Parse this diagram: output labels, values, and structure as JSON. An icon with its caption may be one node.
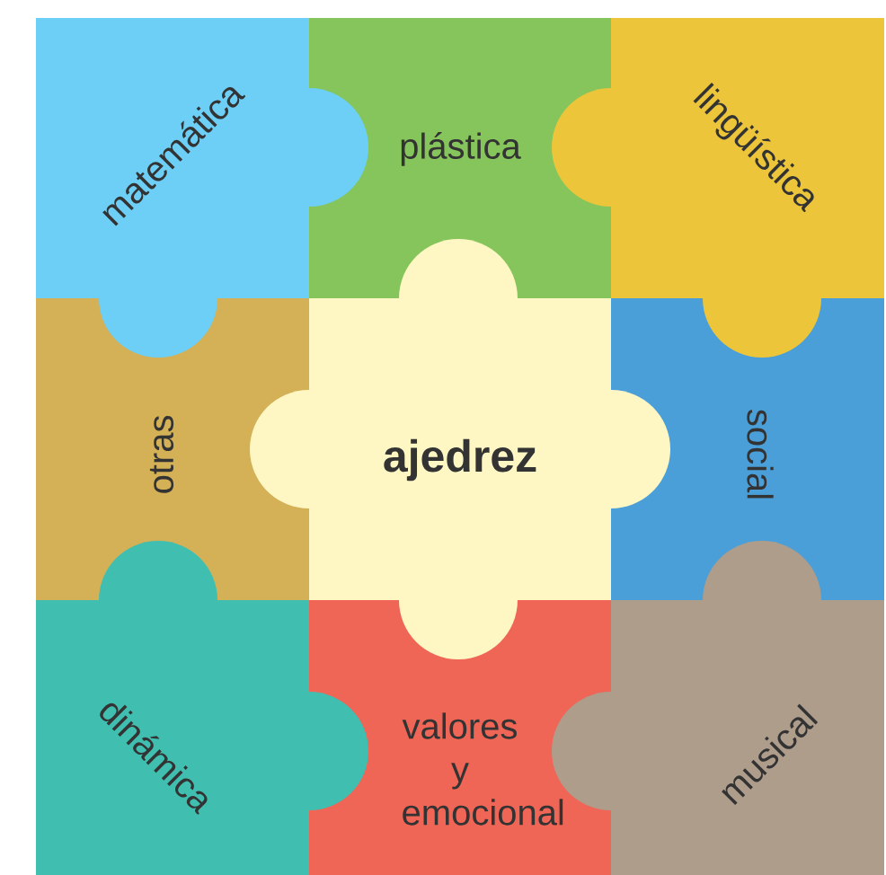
{
  "diagram": {
    "nodes": [
      {
        "text": [
          "matemática"
        ]
      },
      {
        "text": [
          "plástica"
        ]
      },
      {
        "text": [
          "lingüística"
        ]
      },
      {
        "text": [
          "otras"
        ]
      },
      {
        "text": [
          "**ajedrez**"
        ]
      },
      {
        "text": [
          "social"
        ]
      },
      {
        "text": [
          "dinámica"
        ]
      },
      {
        "text": [
          "valores y emocional"
        ]
      },
      {
        "text": [
          "musical"
        ]
      }
    ]
  }
}
